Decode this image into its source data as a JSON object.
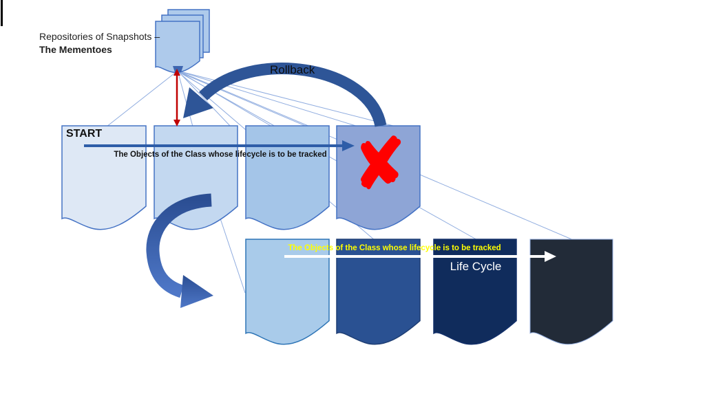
{
  "slide": {
    "background": "#ffffff",
    "edge_bar_color": "#000000"
  },
  "texts": {
    "title_line1": "Repositories of Snapshots –",
    "title_line2": "The Mementoes",
    "rollback_label": "Rollback",
    "start_label": "START",
    "row1_caption": "The Objects of the Class whose lifecycle is to be tracked",
    "row2_caption": "The Objects of the Class whose lifecycle is to be tracked",
    "life_cycle_label": "Life Cycle",
    "rejected_mark": "✘"
  },
  "colors": {
    "doc_border": "#4472C4",
    "row2_doc_border": "#2E75B6",
    "stack_fill": "#AECAEB",
    "row1_doc_fills": [
      "#DEE8F5",
      "#C3D8F0",
      "#A4C5E8",
      "#8EA5D6"
    ],
    "row2_doc_fills": [
      "#A9CBEA",
      "#2A5192",
      "#102C5C",
      "#222B38"
    ],
    "rollback_arrow": "#2E5597",
    "cycle_arrow_top": "#2B4E93",
    "cycle_arrow_bottom": "#4E77C7",
    "timeline_arrow": "#2E5DA8",
    "white_arrow": "#FFFFFF",
    "red_mark": "#FF0000",
    "red_connector": "#C00000",
    "fan_line": "#8FACDF",
    "caption_yellow": "#FFFF00"
  }
}
